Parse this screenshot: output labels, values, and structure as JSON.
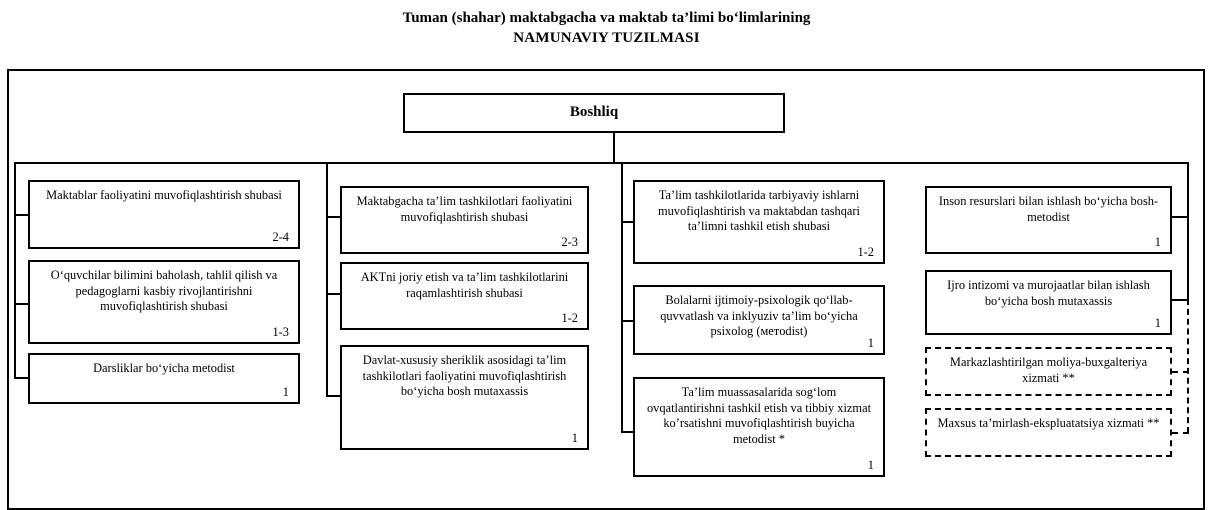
{
  "title": {
    "line1": "Tuman (shahar) maktabgacha va maktab ta’limi bo‘limlarining",
    "line2": "NAMUNAVIY TUZILMASI"
  },
  "head": {
    "label": "Boshliq"
  },
  "columns": [
    {
      "id": "column-1",
      "side": "left",
      "boxes": [
        {
          "name": "box-maktablar-faoliyatini",
          "text": "Maktablar faoliyatini muvofiqlashtirish shubasi",
          "count": "2-4",
          "style": "solid"
        },
        {
          "name": "box-oquvchilar-bilimini-baholash",
          "text": "O‘quvchilar bilimini baholash, tahlil qilish va pedagoglarni kasbiy rivojlantirishni muvofiqlashtirish shubasi",
          "count": "1-3",
          "style": "solid"
        },
        {
          "name": "box-darsliklar-metodist",
          "text": "Darsliklar bo‘yicha metodist",
          "count": "1",
          "style": "solid"
        }
      ]
    },
    {
      "id": "column-2",
      "side": "left",
      "boxes": [
        {
          "name": "box-maktabgacha-talim",
          "text": "Maktabgacha ta’lim tashkilotlari faoliyatini muvofiqlashtirish shubasi",
          "count": "2-3",
          "style": "solid"
        },
        {
          "name": "box-aktni-joriy-etish",
          "text": "AKTni joriy etish va ta’lim tashkilotlarini raqamlashtirish shubasi",
          "count": "1-2",
          "style": "solid"
        },
        {
          "name": "box-davlat-xususiy-sheriklik",
          "text": "Davlat-xususiy sheriklik asosidagi ta’lim tashkilotlari faoliyatini muvofiqlashtirish bo‘yicha bosh mutaxassis",
          "count": "1",
          "style": "solid"
        }
      ]
    },
    {
      "id": "column-3",
      "side": "left",
      "boxes": [
        {
          "name": "box-tarbiyaviy-ishlar",
          "text": "Ta’lim tashkilotlarida tarbiyaviy ishlarni muvofiqlashtirish va maktabdan tashqari ta’limni tashkil etish shubasi",
          "count": "1-2",
          "style": "solid"
        },
        {
          "name": "box-ijtimoiy-psixologik-qollab",
          "text": "Bolalarni ijtimoiy-psixologik qo‘llab-quvvatlash va inklyuziv ta’lim bo‘yicha psixolog (метodist)",
          "count": "1",
          "style": "solid"
        },
        {
          "name": "box-soglom-ovqatlantirish",
          "text": "Ta’lim muassasalarida sog‘lom ovqatlantirishni tashkil etish va tibbiy xizmat ko’rsatishni muvofiqlashtirish buyicha metodist *",
          "count": "1",
          "style": "solid"
        }
      ]
    },
    {
      "id": "column-4",
      "side": "right",
      "boxes": [
        {
          "name": "box-inson-resurslari",
          "text": "Inson resurslari bilan ishlash bo‘yicha bosh-metodist",
          "count": "1",
          "style": "solid"
        },
        {
          "name": "box-ijro-intizomi",
          "text": "Ijro intizomi va murojaatlar bilan ishlash bo‘yicha bosh mutaxassis",
          "count": "1",
          "style": "solid"
        },
        {
          "name": "box-markazlashtirilgan-moliya",
          "text": "Markazlashtirilgan moliya-buxgalteriya xizmati **",
          "count": "",
          "style": "dashed"
        },
        {
          "name": "box-maxsus-tamirlash",
          "text": "Maxsus ta’mirlash-ekspluatatsiya xizmati **",
          "count": "",
          "style": "dashed"
        }
      ]
    }
  ]
}
